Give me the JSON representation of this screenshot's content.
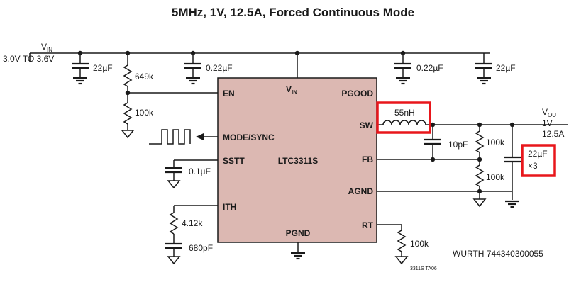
{
  "title": "5MHz, 1V, 12.5A, Forced Continuous Mode",
  "colors": {
    "ic_fill": "#dcb8b2",
    "highlight": "#e8161b",
    "wire": "#1a1a1a"
  },
  "ic": {
    "part": "LTC3311S",
    "pins": {
      "vin": "V",
      "vin_sub": "IN",
      "en": "EN",
      "mode": "MODE/SYNC",
      "sstt": "SSTT",
      "ith": "ITH",
      "pgnd": "PGND",
      "pgood": "PGOOD",
      "sw": "SW",
      "fb": "FB",
      "agnd": "AGND",
      "rt": "RT"
    }
  },
  "input": {
    "label": "V",
    "label_sub": "IN",
    "range": "3.0V TO 3.6V"
  },
  "output": {
    "label": "V",
    "label_sub": "OUT",
    "voltage": "1V",
    "current": "12.5A"
  },
  "components": {
    "c_in1": "22µF",
    "r_en_top": "649k",
    "r_en_bot": "100k",
    "c_vin": "0.22µF",
    "c_mid": "0.22µF",
    "c_in2": "22µF",
    "inductor": "55nH",
    "c_ff": "10pF",
    "r_fb_top": "100k",
    "r_fb_bot": "100k",
    "c_out": "22µF",
    "c_out_mult": "×3",
    "c_ss": "0.1µF",
    "r_ith": "4.12k",
    "c_ith": "680pF",
    "r_rt": "100k"
  },
  "footer": {
    "inductor_part": "WURTH 744340300055",
    "figure_id": "3311S TA06"
  }
}
